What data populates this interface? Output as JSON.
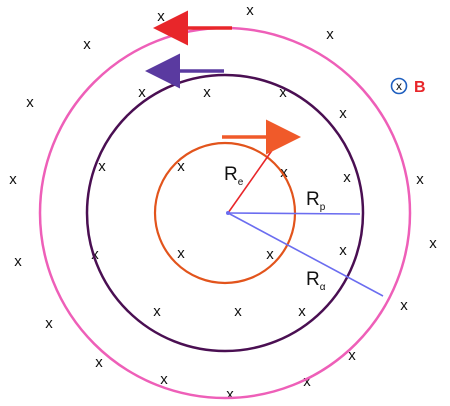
{
  "field": {
    "symbol_into_page": "x",
    "label": "B",
    "label_color": "#e8262a",
    "symbol_color": "#1f5fbf",
    "marks_text": "x"
  },
  "circles": {
    "inner_color": "#e2541c",
    "middle_color": "#4a0f52",
    "outer_color": "#ee5fb8"
  },
  "radii": {
    "electron": {
      "main": "R",
      "sub": "e",
      "color": "#e8262a"
    },
    "proton": {
      "main": "R",
      "sub": "p",
      "color": "#6b6df0"
    },
    "alpha": {
      "main": "R",
      "sub": "α",
      "color": "#6b6df0"
    }
  },
  "arrows": {
    "inner_direction": "right",
    "inner_color": "#f05a2a",
    "middle_direction": "left",
    "middle_color": "#5a3aa0",
    "outer_direction": "left",
    "outer_color": "#e8262a"
  }
}
